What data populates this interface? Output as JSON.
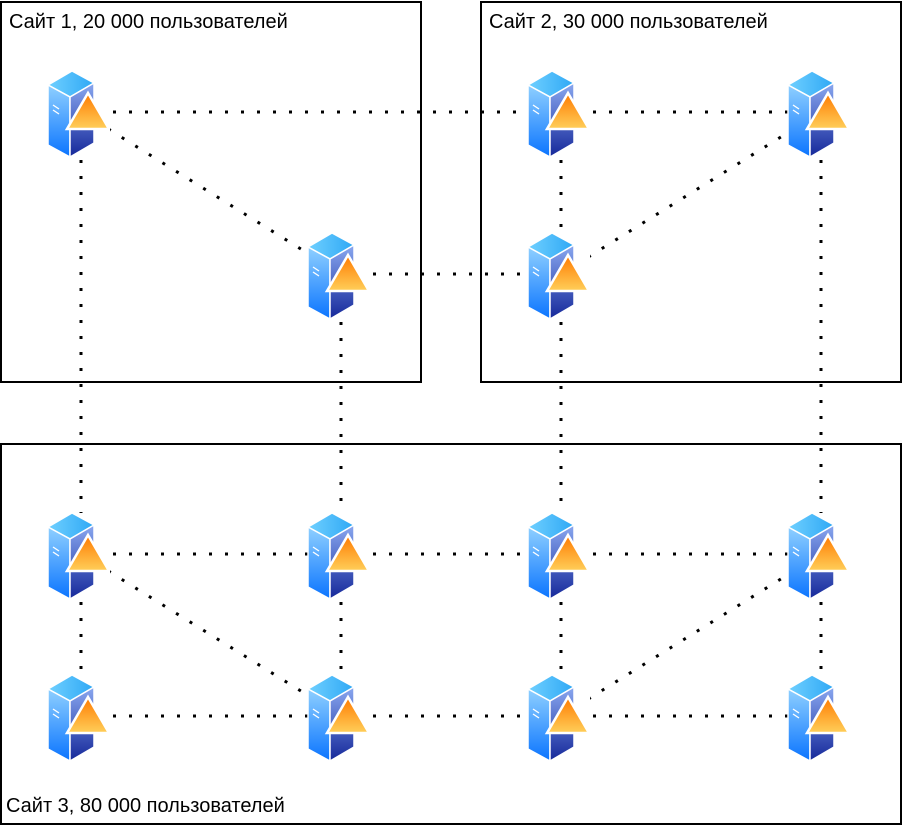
{
  "title": "",
  "colors": {
    "border": "#000000",
    "link": "#000000",
    "server_light": "#7fc4ff",
    "server_dark": "#1a2f96",
    "triangle_top": "#ff7f00",
    "triangle_bottom": "#ffcc55"
  },
  "sites": [
    {
      "id": "site1",
      "label": "Сайт 1, 20 000 пользователей"
    },
    {
      "id": "site2",
      "label": "Сайт 2, 30 000 пользователей"
    },
    {
      "id": "site3",
      "label": "Сайт 3, 80 000 пользователей"
    }
  ],
  "nodes": [
    {
      "id": "s1a",
      "site": "site1",
      "icon": "server-with-warning-icon"
    },
    {
      "id": "s1b",
      "site": "site1",
      "icon": "server-with-warning-icon"
    },
    {
      "id": "s2a",
      "site": "site2",
      "icon": "server-with-warning-icon"
    },
    {
      "id": "s2b",
      "site": "site2",
      "icon": "server-with-warning-icon"
    },
    {
      "id": "s2c",
      "site": "site2",
      "icon": "server-with-warning-icon"
    },
    {
      "id": "s3a",
      "site": "site3",
      "icon": "server-with-warning-icon"
    },
    {
      "id": "s3b",
      "site": "site3",
      "icon": "server-with-warning-icon"
    },
    {
      "id": "s3c",
      "site": "site3",
      "icon": "server-with-warning-icon"
    },
    {
      "id": "s3d",
      "site": "site3",
      "icon": "server-with-warning-icon"
    },
    {
      "id": "s3e",
      "site": "site3",
      "icon": "server-with-warning-icon"
    },
    {
      "id": "s3f",
      "site": "site3",
      "icon": "server-with-warning-icon"
    },
    {
      "id": "s3g",
      "site": "site3",
      "icon": "server-with-warning-icon"
    },
    {
      "id": "s3h",
      "site": "site3",
      "icon": "server-with-warning-icon"
    }
  ],
  "edges": [
    {
      "from": "s1a",
      "to": "s2a",
      "style": "dotted"
    },
    {
      "from": "s2a",
      "to": "s2b",
      "style": "dotted"
    },
    {
      "from": "s1a",
      "to": "s1b",
      "style": "dotted"
    },
    {
      "from": "s1b",
      "to": "s2c",
      "style": "dotted"
    },
    {
      "from": "s2c",
      "to": "s2b",
      "style": "dotted"
    },
    {
      "from": "s2a",
      "to": "s2c",
      "style": "dotted"
    },
    {
      "from": "s1a",
      "to": "s3a",
      "style": "dotted"
    },
    {
      "from": "s1b",
      "to": "s3b",
      "style": "dotted"
    },
    {
      "from": "s2c",
      "to": "s3c",
      "style": "dotted"
    },
    {
      "from": "s2b",
      "to": "s3d",
      "style": "dotted"
    },
    {
      "from": "s3a",
      "to": "s3b",
      "style": "dotted"
    },
    {
      "from": "s3b",
      "to": "s3c",
      "style": "dotted"
    },
    {
      "from": "s3c",
      "to": "s3d",
      "style": "dotted"
    },
    {
      "from": "s3e",
      "to": "s3f",
      "style": "dotted"
    },
    {
      "from": "s3f",
      "to": "s3g",
      "style": "dotted"
    },
    {
      "from": "s3g",
      "to": "s3h",
      "style": "dotted"
    },
    {
      "from": "s3a",
      "to": "s3e",
      "style": "dotted"
    },
    {
      "from": "s3b",
      "to": "s3f",
      "style": "dotted"
    },
    {
      "from": "s3c",
      "to": "s3g",
      "style": "dotted"
    },
    {
      "from": "s3d",
      "to": "s3h",
      "style": "dotted"
    },
    {
      "from": "s3a",
      "to": "s3f",
      "style": "dotted"
    },
    {
      "from": "s3g",
      "to": "s3d",
      "style": "dotted"
    }
  ]
}
